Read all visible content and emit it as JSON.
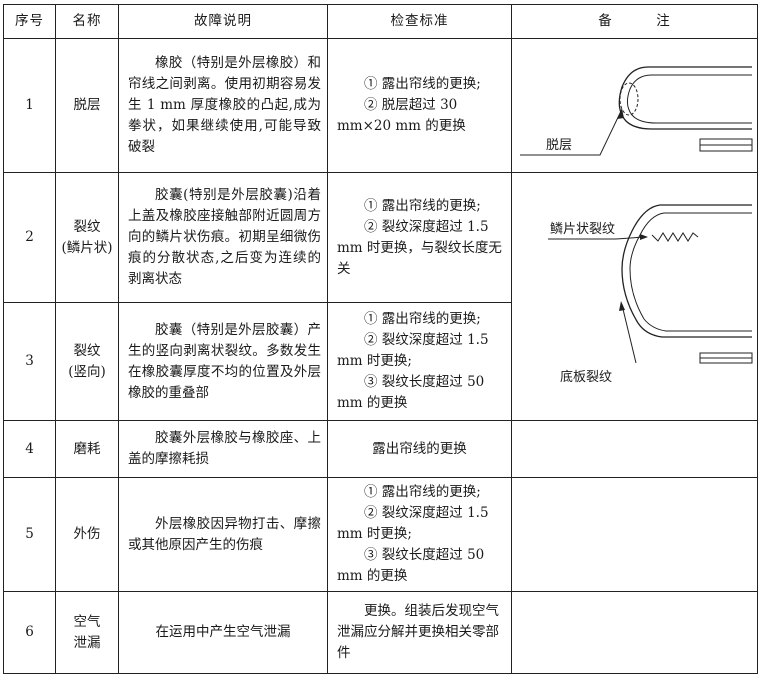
{
  "headers": {
    "no": "序号",
    "name": "名称",
    "desc": "故障说明",
    "std": "检查标准",
    "note": "备　　　注"
  },
  "rows": [
    {
      "no": "1",
      "name": [
        "脱层"
      ],
      "desc": "橡胶（特别是外层橡胶）和帘线之间剥离。使用初期容易发生 1 mm 厚度橡胶的凸起,成为拳状，如果继续使用,可能导致破裂",
      "std": [
        "① 露出帘线的更换;",
        "② 脱层超过 30 mm×20 mm 的更换"
      ]
    },
    {
      "no": "2",
      "name": [
        "裂纹",
        "(鳞片状)"
      ],
      "desc": "胶囊(特别是外层胶囊)沿着上盖及橡胶座接触部附近圆周方向的鳞片状伤痕。初期呈细微伤痕的分散状态,之后变为连续的剥离状态",
      "std": [
        "① 露出帘线的更换;",
        "② 裂纹深度超过 1.5 mm 时更换，与裂纹长度无关"
      ]
    },
    {
      "no": "3",
      "name": [
        "裂纹",
        "(竖向)"
      ],
      "desc": "胶囊（特别是外层胶囊）产生的竖向剥离状裂纹。多数发生在橡胶囊厚度不均的位置及外层橡胶的重叠部",
      "std": [
        "① 露出帘线的更换;",
        "② 裂纹深度超过 1.5 mm 时更换;",
        "③ 裂纹长度超过 50 mm 的更换"
      ]
    },
    {
      "no": "4",
      "name": [
        "磨耗"
      ],
      "desc": "胶囊外层橡胶与橡胶座、上盖的摩擦耗损",
      "std": [
        "露出帘线的更换"
      ]
    },
    {
      "no": "5",
      "name": [
        "外伤"
      ],
      "desc": "外层橡胶因异物打击、摩擦或其他原因产生的伤痕",
      "std": [
        "① 露出帘线的更换;",
        "② 裂纹深度超过 1.5 mm 时更换;",
        "③ 裂纹长度超过 50 mm 的更换"
      ]
    },
    {
      "no": "6",
      "name": [
        "空气",
        "泄漏"
      ],
      "desc": "在运用中产生空气泄漏",
      "std": [
        "更换。组装后发现空气泄漏应分解并更换相关零部件"
      ]
    }
  ],
  "figures": {
    "fig1_label": "脱层",
    "fig2_label_top": "鳞片状裂纹",
    "fig2_label_bottom": "底板裂纹"
  }
}
